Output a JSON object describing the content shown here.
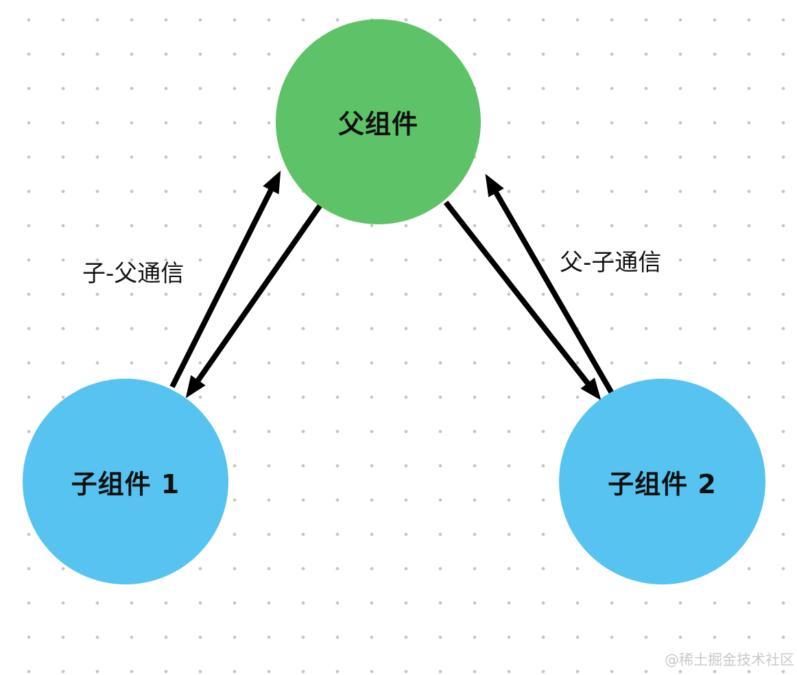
{
  "diagram": {
    "title": "Vue parent-child component communication diagram",
    "nodes": [
      {
        "id": "parent",
        "label": "父组件",
        "shape": "circle",
        "fill": "#5EC269",
        "text_color": "#111111"
      },
      {
        "id": "child1",
        "label": "子组件 1",
        "shape": "circle",
        "fill": "#56C3F0",
        "text_color": "#111111"
      },
      {
        "id": "child2",
        "label": "子组件 2",
        "shape": "circle",
        "fill": "#56C3F0",
        "text_color": "#111111"
      }
    ],
    "edges": [
      {
        "from": "child1",
        "to": "parent",
        "label": "子-父通信",
        "direction": "bidirectional",
        "color": "#000000"
      },
      {
        "from": "parent",
        "to": "child2",
        "label": "父-子通信",
        "direction": "bidirectional",
        "color": "#000000"
      }
    ]
  },
  "background": {
    "pattern": "dot-grid",
    "dot_color": "#c6c6c6",
    "bg_color": "#ffffff"
  },
  "watermark": {
    "text": "@稀土掘金技术社区",
    "color": "#c9c9c9"
  }
}
